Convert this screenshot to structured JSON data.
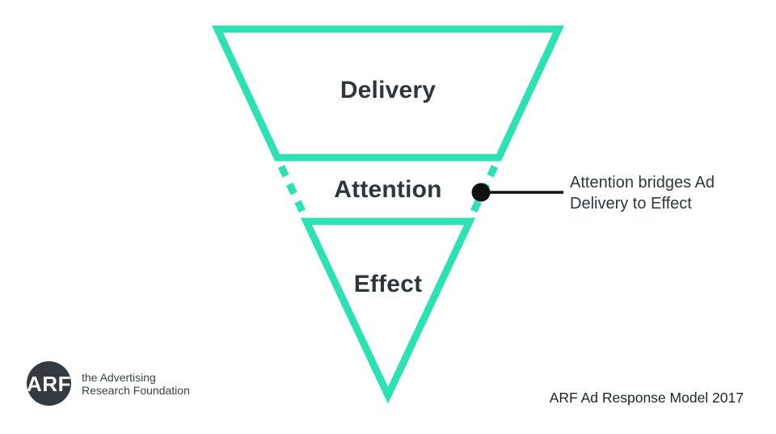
{
  "page": {
    "background_color": "#ffffff"
  },
  "funnel": {
    "stroke_color": "#2ce2b5",
    "label_color": "#2e373b",
    "sections": [
      {
        "id": "delivery",
        "label": "Delivery"
      },
      {
        "id": "attention",
        "label": "Attention"
      },
      {
        "id": "effect",
        "label": "Effect"
      }
    ]
  },
  "annotation": {
    "lines": [
      "Attention bridges Ad",
      "Delivery to Effect"
    ],
    "pointer_color": "#111111"
  },
  "logo": {
    "monogram": "ARF",
    "name_line1": "the Advertising",
    "name_line2": "Research Foundation",
    "circle_color": "#333b40"
  },
  "footer": {
    "caption": "ARF Ad Response Model 2017"
  }
}
